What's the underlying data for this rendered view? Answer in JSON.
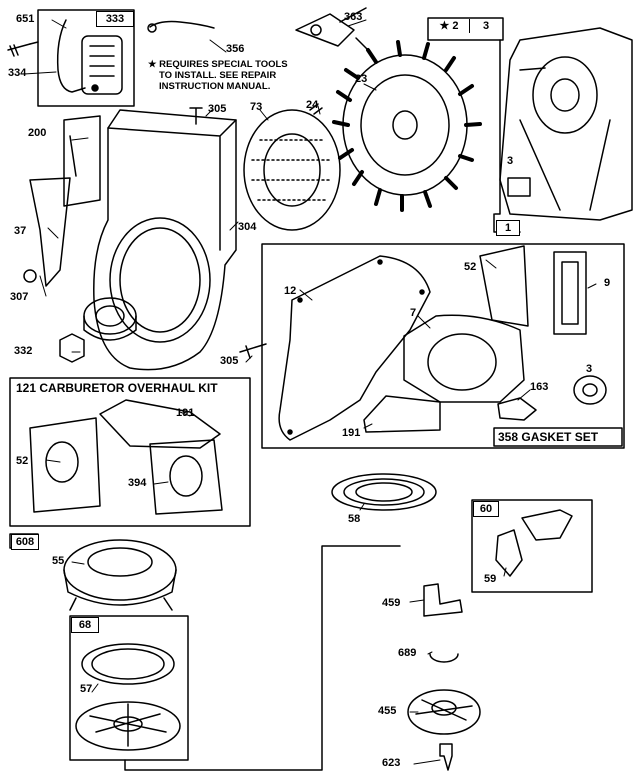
{
  "note": {
    "star": "★",
    "line1": "REQUIRES SPECIAL TOOLS",
    "line2": "TO INSTALL.  SEE REPAIR",
    "line3": "INSTRUCTION MANUAL."
  },
  "kits": {
    "carburetor": "121 CARBURETOR OVERHAUL KIT",
    "gasket": "358 GASKET SET"
  },
  "boxes": {
    "b333": "333",
    "b2": "★ 2",
    "b3": "3",
    "b1": "1",
    "b608": "608",
    "b68": "68",
    "b60": "60"
  },
  "labels": {
    "p651": "651",
    "p334": "334",
    "p356": "356",
    "p363": "363",
    "p23": "23",
    "p305a": "305",
    "p73": "73",
    "p24": "24",
    "p200": "200",
    "p304": "304",
    "p37": "37",
    "p307": "307",
    "p332": "332",
    "p305b": "305",
    "p3a": "3",
    "p12": "12",
    "p52a": "52",
    "p9": "9",
    "p7": "7",
    "p3b": "3",
    "p163": "163",
    "p191a": "191",
    "p191b": "191",
    "p52b": "52",
    "p394": "394",
    "p58": "58",
    "p55": "55",
    "p57": "57",
    "p59": "59",
    "p459": "459",
    "p689": "689",
    "p455": "455",
    "p623": "623"
  }
}
